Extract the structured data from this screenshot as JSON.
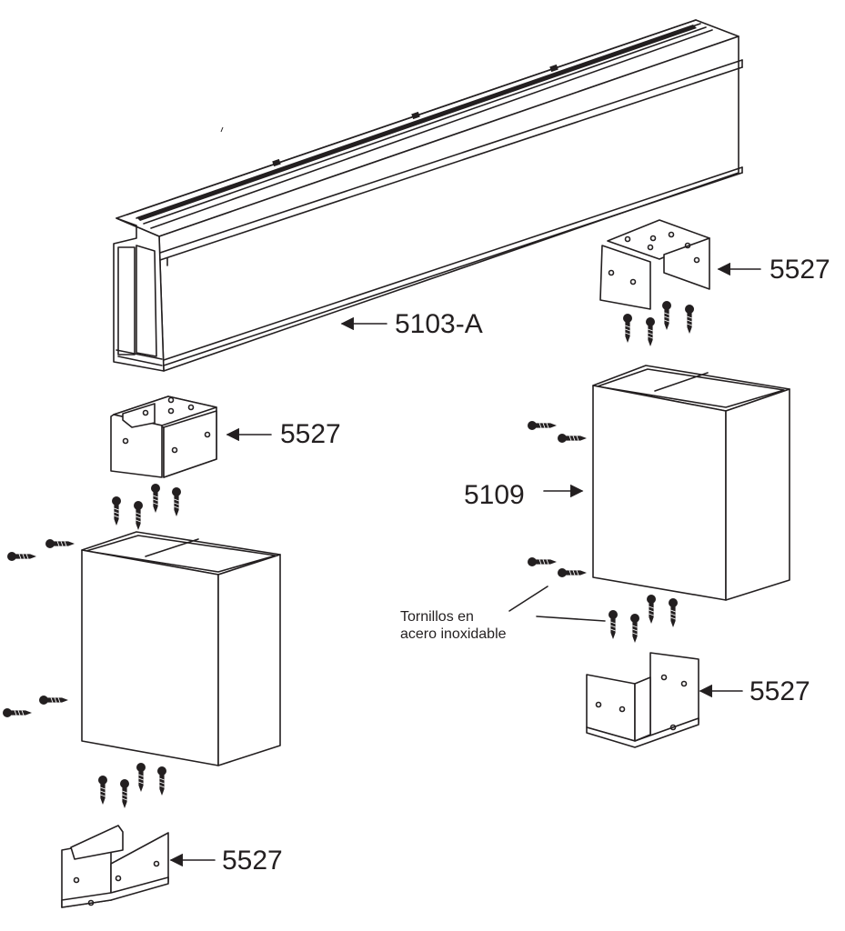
{
  "labels": {
    "beam_part": "5103-A",
    "bracket_top_left": "5527",
    "bracket_top_right": "5527",
    "bracket_bottom_left": "5527",
    "bracket_bottom_right": "5527",
    "post_part": "5109",
    "screws_note_line1": "Tornillos en",
    "screws_note_line2": "acero inoxidable"
  },
  "colors": {
    "ink": "#231f20",
    "paper": "#ffffff"
  }
}
